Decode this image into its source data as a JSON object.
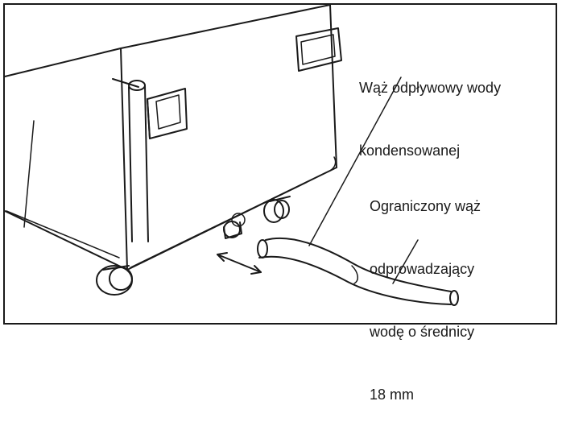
{
  "labels": {
    "condensate_hose": [
      "Wąż odpływowy wody",
      "kondensowanej"
    ],
    "drain_hose": [
      "Ograniczony wąż",
      "odprowadzający",
      "wodę o średnicy",
      "18 mm"
    ]
  },
  "colors": {
    "line": "#1a1a1a",
    "background": "#ffffff"
  }
}
